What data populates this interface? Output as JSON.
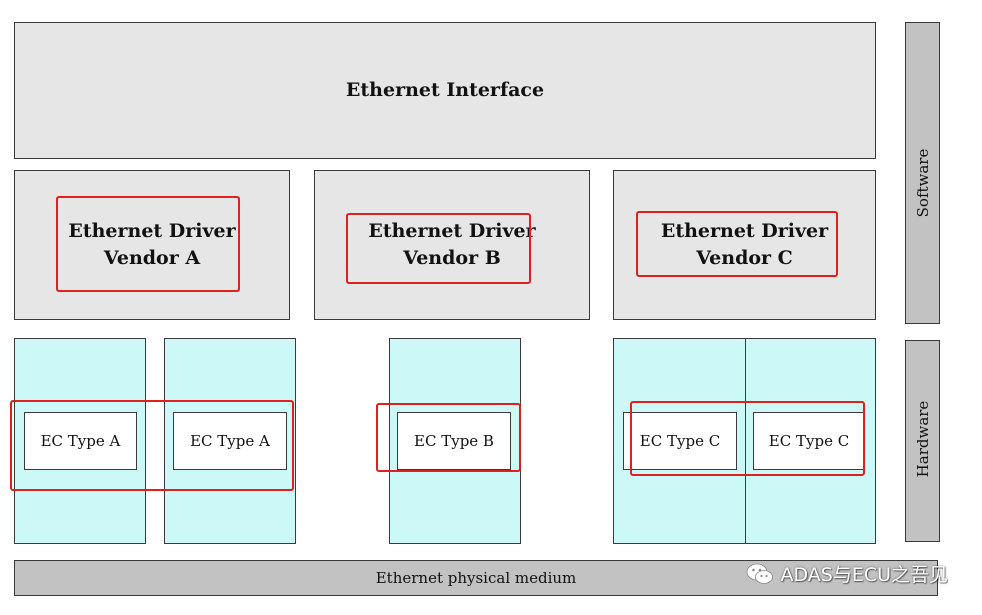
{
  "interface": {
    "label": "Ethernet Interface"
  },
  "drivers": [
    {
      "line1": "Ethernet Driver",
      "line2": "Vendor A"
    },
    {
      "line1": "Ethernet Driver",
      "line2": "Vendor B"
    },
    {
      "line1": "Ethernet Driver",
      "line2": "Vendor C"
    }
  ],
  "controllers": [
    {
      "label": "EC Type A"
    },
    {
      "label": "EC Type A"
    },
    {
      "label": "EC Type B"
    },
    {
      "label": "EC Type C"
    },
    {
      "label": "EC Type C"
    }
  ],
  "side_labels": {
    "software": "Software",
    "hardware": "Hardware"
  },
  "medium": {
    "label": "Ethernet physical medium"
  },
  "watermark": {
    "text": "ADAS与ECU之吾见",
    "icon": "wechat-icon"
  },
  "colors": {
    "highlight": "#e0201e",
    "hardware_fill": "#ccf8f8",
    "software_fill": "#e6e6e6"
  }
}
